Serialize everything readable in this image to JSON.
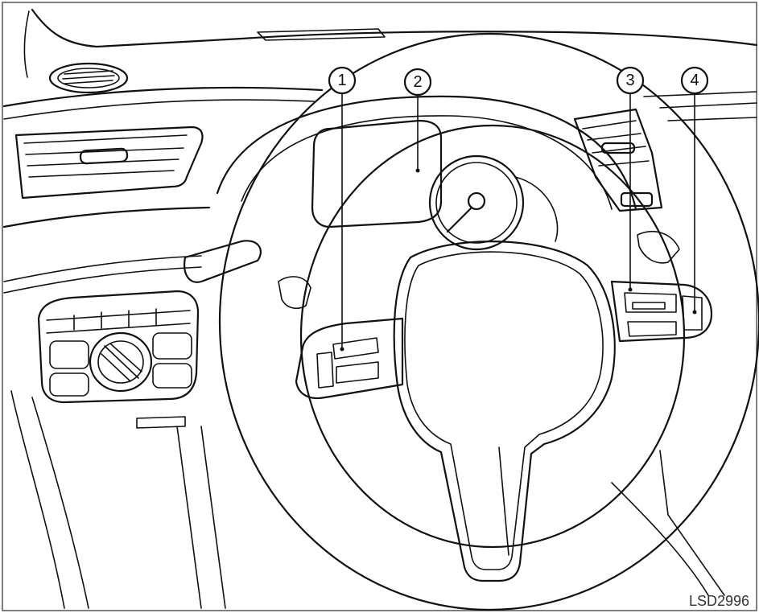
{
  "figure": {
    "code": "LSD2996",
    "callouts": [
      {
        "label": "1"
      },
      {
        "label": "2"
      },
      {
        "label": "3"
      },
      {
        "label": "4"
      }
    ],
    "colors": {
      "line": "#111111",
      "background": "#ffffff",
      "frame": "#555555"
    }
  }
}
